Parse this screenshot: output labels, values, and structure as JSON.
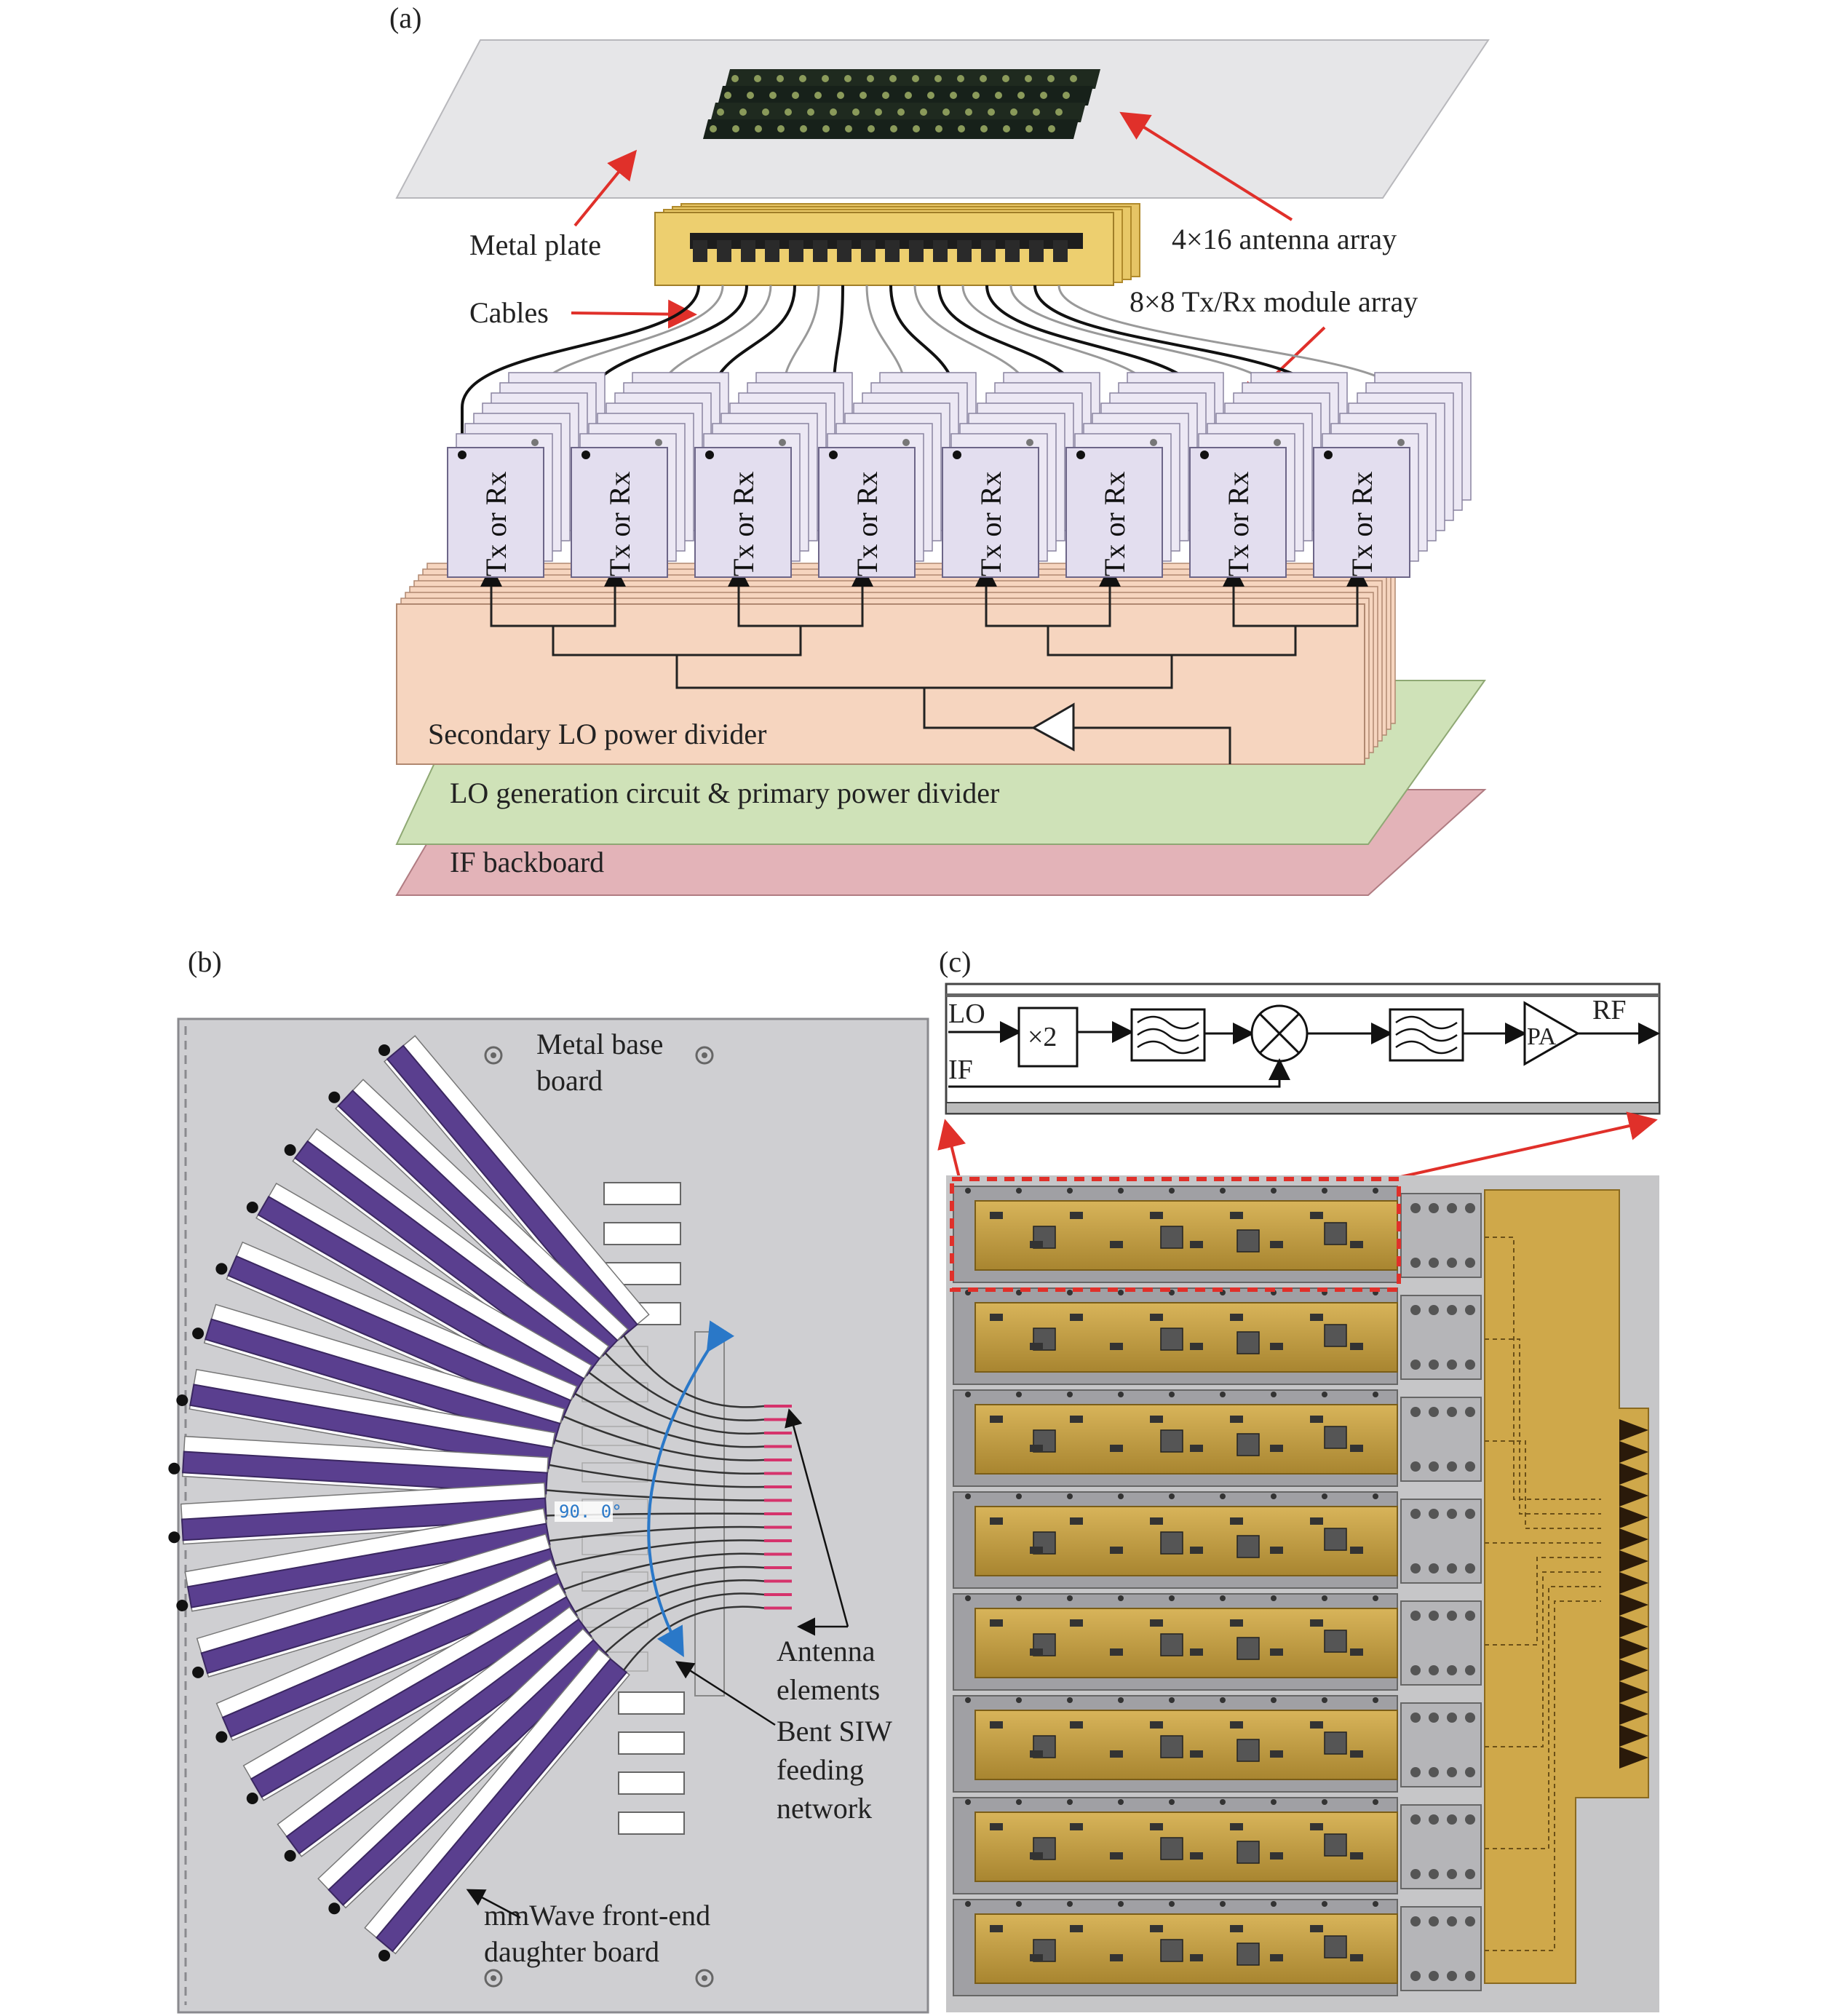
{
  "panels": {
    "a": "(a)",
    "b": "(b)",
    "c": "(c)"
  },
  "panel_a": {
    "metal_plate": "Metal plate",
    "antenna_array": "4×16 antenna array",
    "cables": "Cables",
    "module_array": "8×8 Tx/Rx module array",
    "module_label": "Tx or Rx",
    "secondary_divider": "Secondary LO power divider",
    "lo_generation": "LO generation circuit & primary power divider",
    "if_backboard": "IF backboard"
  },
  "panel_b": {
    "metal_base_line1": "Metal base",
    "metal_base_line2": "board",
    "angle": "90. 0°",
    "antenna_elements_line1": "Antenna",
    "antenna_elements_line2": "elements",
    "siw_line1": "Bent SIW",
    "siw_line2": "feeding",
    "siw_line3": "network",
    "daughter_line1": "mmWave front-end",
    "daughter_line2": "daughter board"
  },
  "panel_c": {
    "lo": "LO",
    "if": "IF",
    "rf": "RF",
    "doubler": "×2",
    "pa": "PA"
  },
  "colors": {
    "arrow_red": "#e0302a",
    "module_fill": "#e3deef",
    "divider_fill": "#f6d5bf",
    "lo_fill": "#cfe2b8",
    "if_fill": "#e3b3b8",
    "daughter_purple": "#5a3f8f",
    "plate_gray": "#e6e6e8",
    "base_gray": "#cfcfd2",
    "pcb_gold": "#c8a446"
  }
}
